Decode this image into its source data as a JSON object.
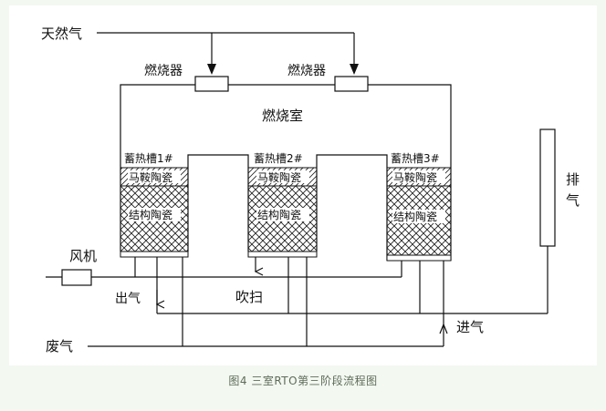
{
  "labels": {
    "natural_gas": "天然气",
    "burner_left": "燃烧器",
    "burner_right": "燃烧器",
    "combustion_chamber": "燃烧室",
    "exhaust": "排气",
    "fan": "风机",
    "outlet_gas": "出气",
    "purge": "吹扫",
    "waste_gas": "废气",
    "inlet_gas": "进气"
  },
  "chambers": [
    {
      "tank": "蓄热槽1#",
      "saddle": "马鞍陶瓷",
      "structured": "结构陶瓷"
    },
    {
      "tank": "蓄热槽2#",
      "saddle": "马鞍陶瓷",
      "structured": "结构陶瓷"
    },
    {
      "tank": "蓄热槽3#",
      "saddle": "马鞍陶瓷",
      "structured": "结构陶瓷"
    }
  ],
  "caption": "图4  三室RTO第三阶段流程图"
}
